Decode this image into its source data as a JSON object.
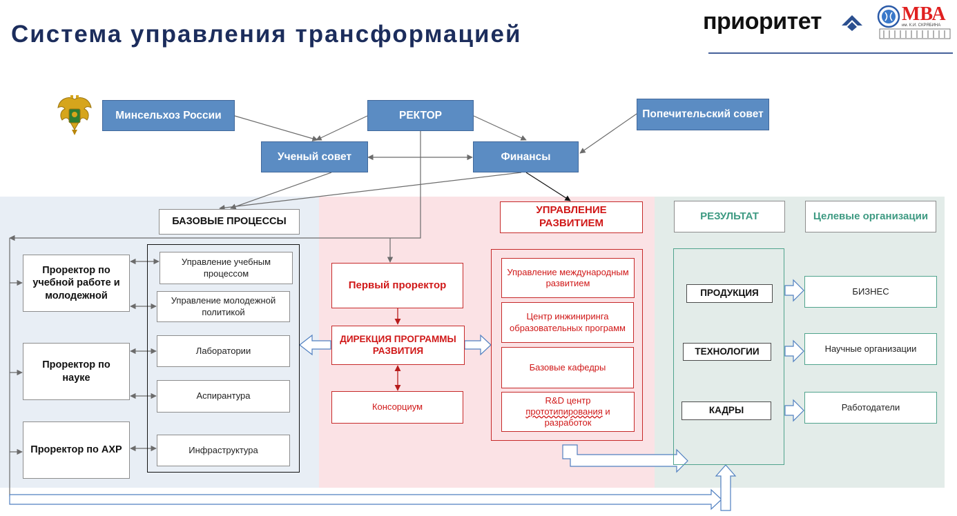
{
  "header": {
    "title": "Система управления трансформацией",
    "brand": "приоритет",
    "mba_text": "МВА",
    "mba_subtext": "им. К.И. СКРЯБИНА"
  },
  "top": {
    "minselhoz": "Минсельхоз России",
    "rector": "РЕКТОР",
    "trustees": "Попечительский совет",
    "academic_council": "Ученый совет",
    "finance": "Финансы"
  },
  "base": {
    "header": "БАЗОВЫЕ ПРОЦЕССЫ",
    "vice_rectors": [
      "Проректор по учебной работе и молодежной",
      "Проректор по науке",
      "Проректор по АХР"
    ],
    "processes": [
      "Управление учебным процессом",
      "Управление молодежной политикой",
      "Лаборатории",
      "Аспирантура",
      "Инфраструктура"
    ]
  },
  "center": {
    "first_vice_rector": "Первый проректор",
    "directorate": "ДИРЕКЦИЯ ПРОГРАММЫ РАЗВИТИЯ",
    "consortium": "Консорциум"
  },
  "development": {
    "header": "УПРАВЛЕНИЕ РАЗВИТИЕМ",
    "items": [
      "Управление международным развитием",
      "Центр инжиниринга образовательных программ",
      "Базовые кафедры"
    ],
    "rd_prefix": "R&D центр ",
    "rd_underlined": "прототипирования",
    "rd_suffix": " и разработок"
  },
  "result": {
    "header": "РЕЗУЛЬТАТ",
    "items": [
      "ПРОДУКЦИЯ",
      "ТЕХНОЛОГИИ",
      "КАДРЫ"
    ]
  },
  "targets": {
    "header": "Целевые организации",
    "items": [
      "БИЗНЕС",
      "Научные организации",
      "Работодатели"
    ]
  },
  "colors": {
    "title": "#1c2d5c",
    "top_box": "#5b8cc3",
    "red": "#d01818",
    "teal": "#3e9a82",
    "zone_blue": "#e8eef5",
    "zone_pink": "#fbe2e5",
    "zone_green": "#e3ece9"
  },
  "icons": [
    "state-emblem-icon",
    "priority-logo-icon",
    "mba-logo-icon"
  ]
}
